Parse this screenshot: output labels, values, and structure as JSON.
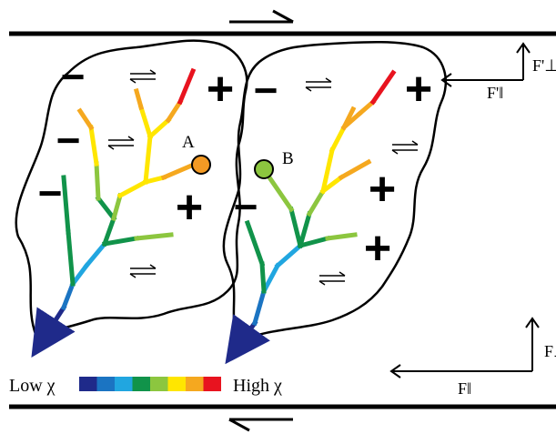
{
  "labels": {
    "point_a": "A",
    "point_b": "B",
    "low": "Low χ",
    "high": "High χ",
    "force_top_perp": "F'⊥",
    "force_top_par": "F'‖",
    "force_bottom_perp": "F⊥",
    "force_bottom_par": "F‖",
    "plus": "+",
    "minus": "−"
  },
  "legend": {
    "colors": [
      "#1f2a8a",
      "#1b74c2",
      "#21a6e0",
      "#11934a",
      "#8cc63f",
      "#ffe600",
      "#f5a81f",
      "#e8131f"
    ]
  },
  "colors": {
    "point_a": "#f39a24",
    "point_b": "#8cc63f",
    "river_outlet": "#1f2a8a"
  }
}
